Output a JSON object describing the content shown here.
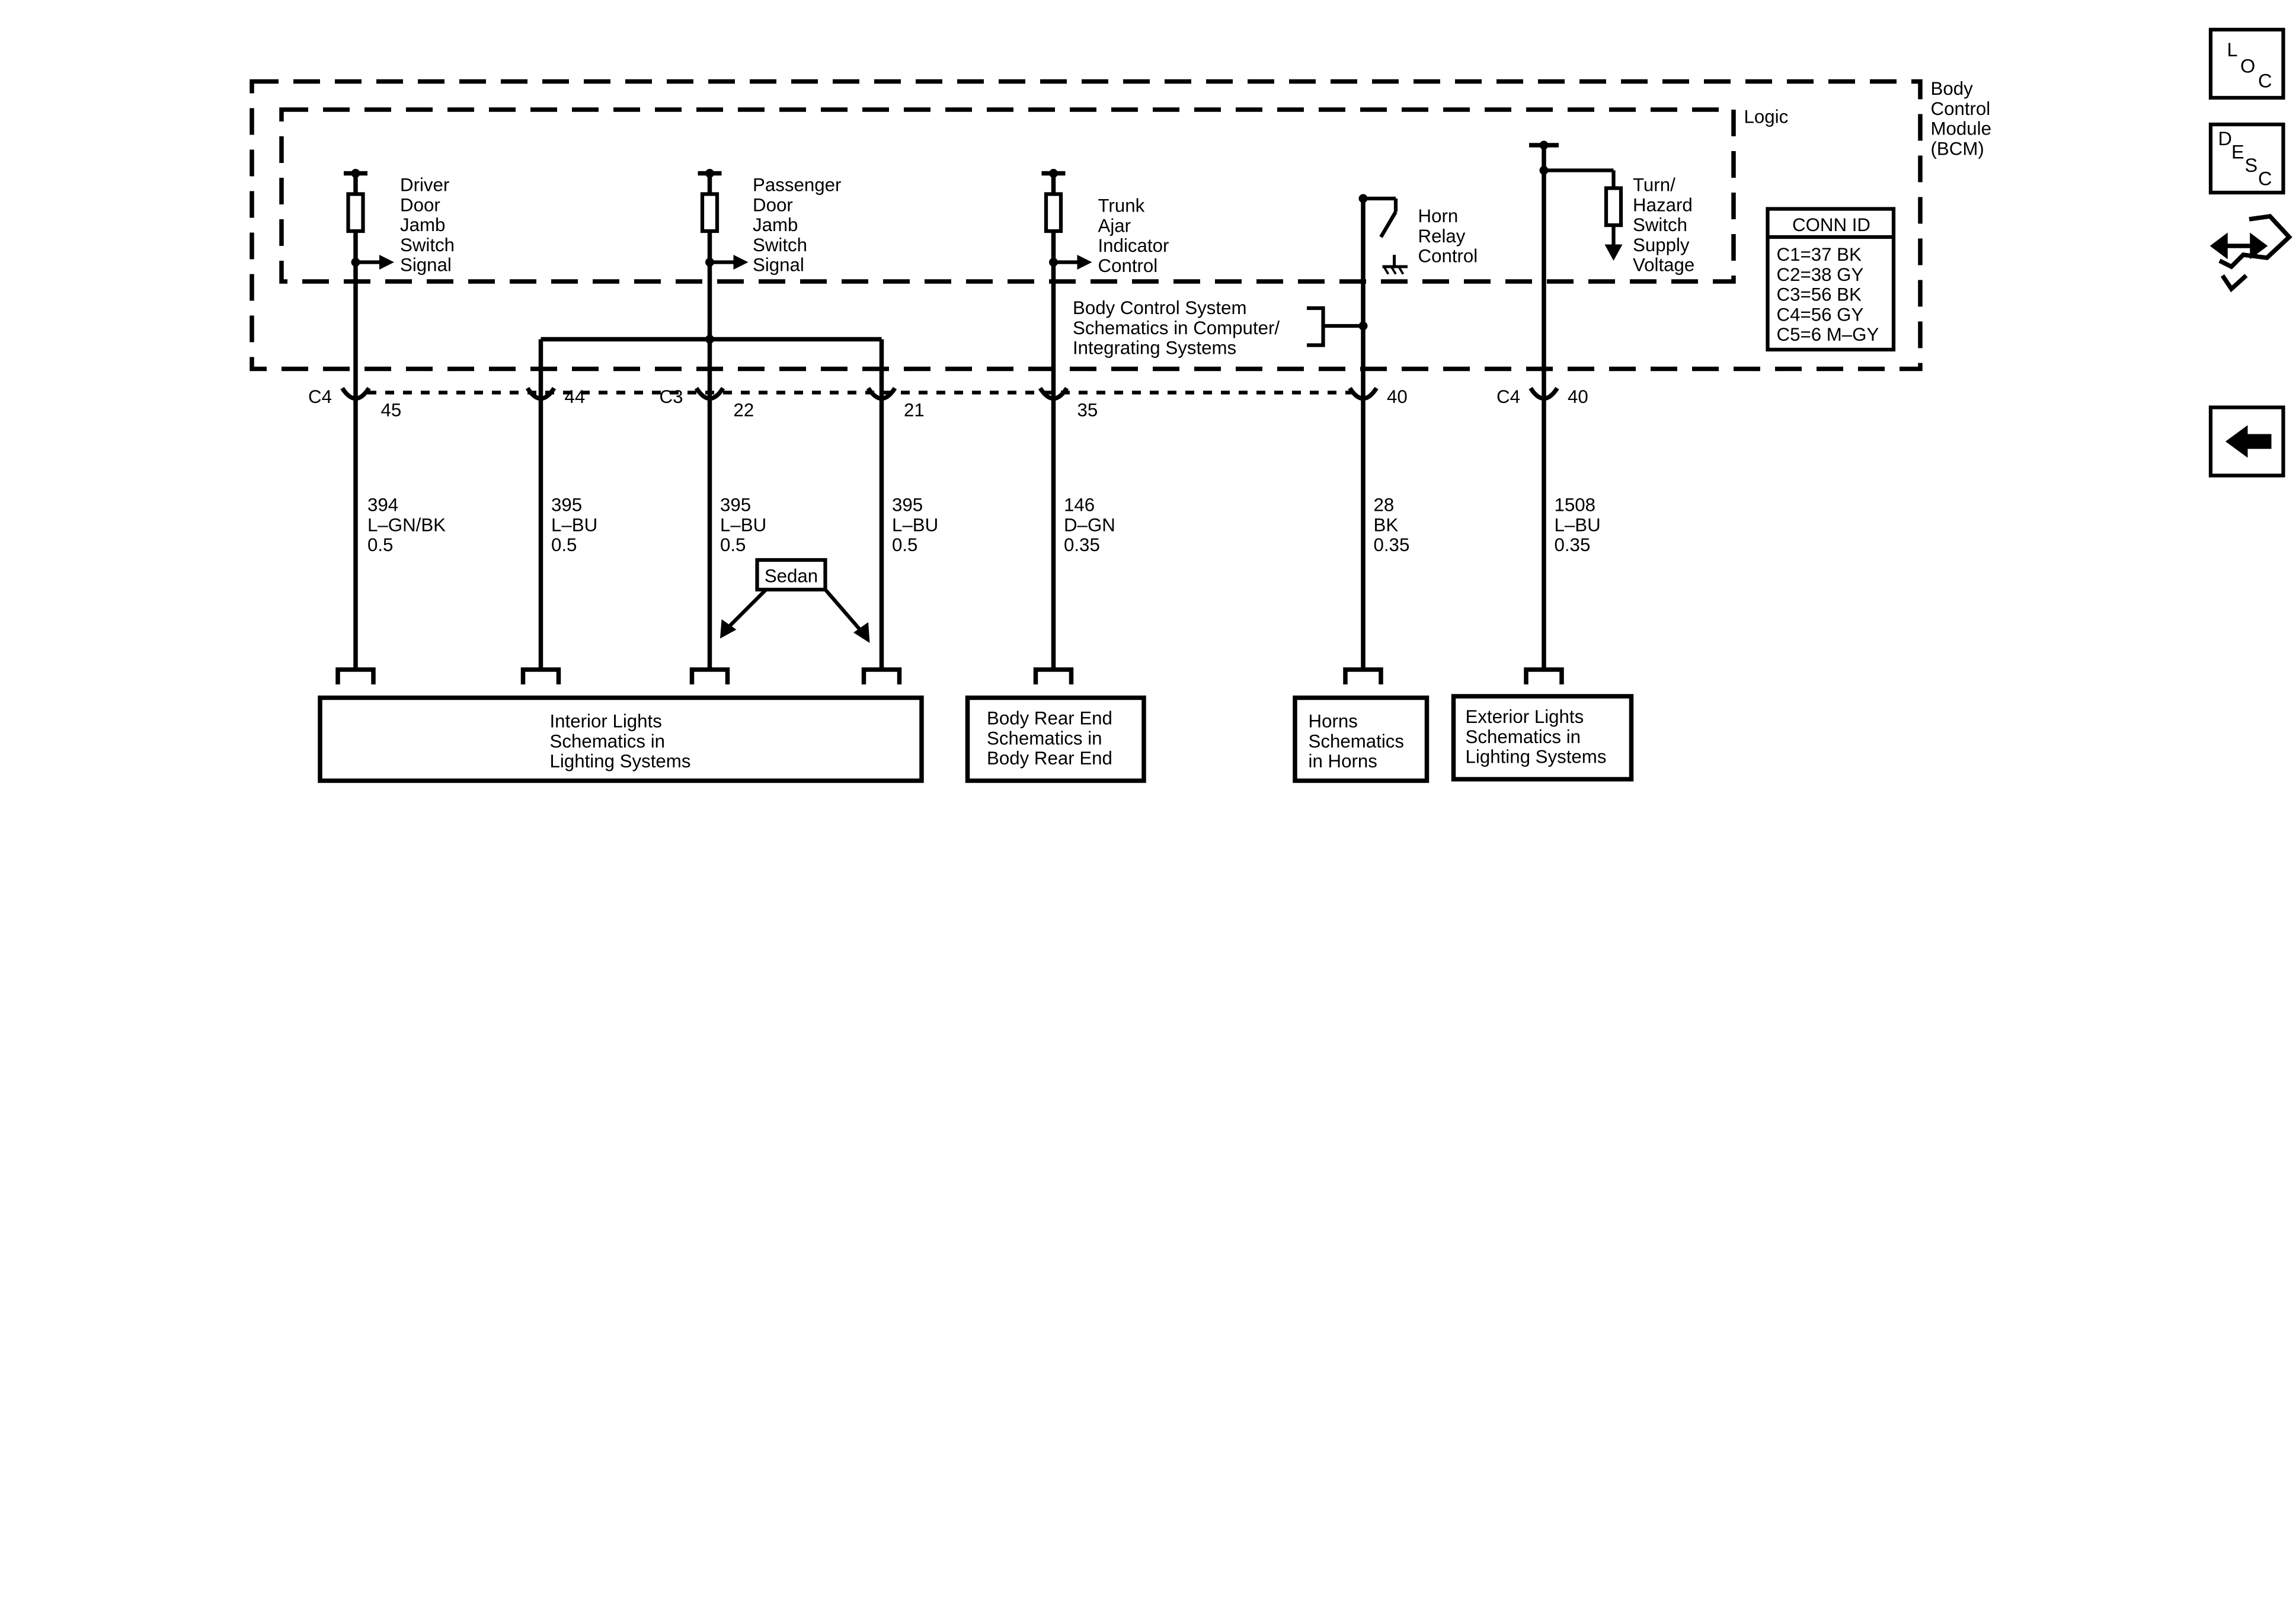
{
  "module": {
    "title_lines": [
      "Body",
      "Control",
      "Module",
      "(BCM)"
    ],
    "logic_label": "Logic"
  },
  "conn_id": {
    "title": "CONN ID",
    "rows": [
      "C1=37 BK",
      "C2=38 GY",
      "C3=56 BK",
      "C4=56 GY",
      "C5=6 M–GY"
    ]
  },
  "circuits": {
    "driver_door": {
      "label_lines": [
        "Driver",
        "Door",
        "Jamb",
        "Switch",
        "Signal"
      ],
      "connector": "C4",
      "pin": "45",
      "wire": [
        "394",
        "L–GN/BK",
        "0.5"
      ]
    },
    "interior_44": {
      "pin": "44",
      "wire": [
        "395",
        "L–BU",
        "0.5"
      ]
    },
    "passenger_door": {
      "label_lines": [
        "Passenger",
        "Door",
        "Jamb",
        "Switch",
        "Signal"
      ],
      "connector": "C3",
      "pin": "22",
      "wire": [
        "395",
        "L–BU",
        "0.5"
      ]
    },
    "interior_21": {
      "pin": "21",
      "wire": [
        "395",
        "L–BU",
        "0.5"
      ]
    },
    "trunk_ajar": {
      "label_lines": [
        "Trunk",
        "Ajar",
        "Indicator",
        "Control"
      ],
      "pin": "35",
      "wire": [
        "146",
        "D–GN",
        "0.35"
      ]
    },
    "horn_relay": {
      "label_lines": [
        "Horn",
        "Relay",
        "Control"
      ],
      "pin": "40",
      "wire": [
        "28",
        "BK",
        "0.35"
      ]
    },
    "turn_hazard": {
      "label_lines": [
        "Turn/",
        "Hazard",
        "Switch",
        "Supply",
        "Voltage"
      ],
      "connector": "C4",
      "pin": "40",
      "wire": [
        "1508",
        "L–BU",
        "0.35"
      ]
    }
  },
  "bcs_reference": [
    "Body Control System",
    "Schematics in Computer/",
    "Integrating Systems"
  ],
  "sedan_label": "Sedan",
  "destinations": {
    "interior_lights": [
      "Interior Lights",
      "Schematics in",
      "Lighting Systems"
    ],
    "body_rear_end": [
      "Body Rear End",
      "Schematics in",
      "Body Rear End"
    ],
    "horns": [
      "Horns",
      "Schematics",
      "in Horns"
    ],
    "exterior_lights": [
      "Exterior Lights",
      "Schematics in",
      "Lighting Systems"
    ]
  },
  "nav": {
    "loc": [
      "L",
      "O",
      "C"
    ],
    "desc": [
      "D",
      "E",
      "S",
      "C"
    ]
  },
  "icons": {
    "connector_view": "connector-end-view-icon",
    "back": "back-arrow-icon"
  }
}
